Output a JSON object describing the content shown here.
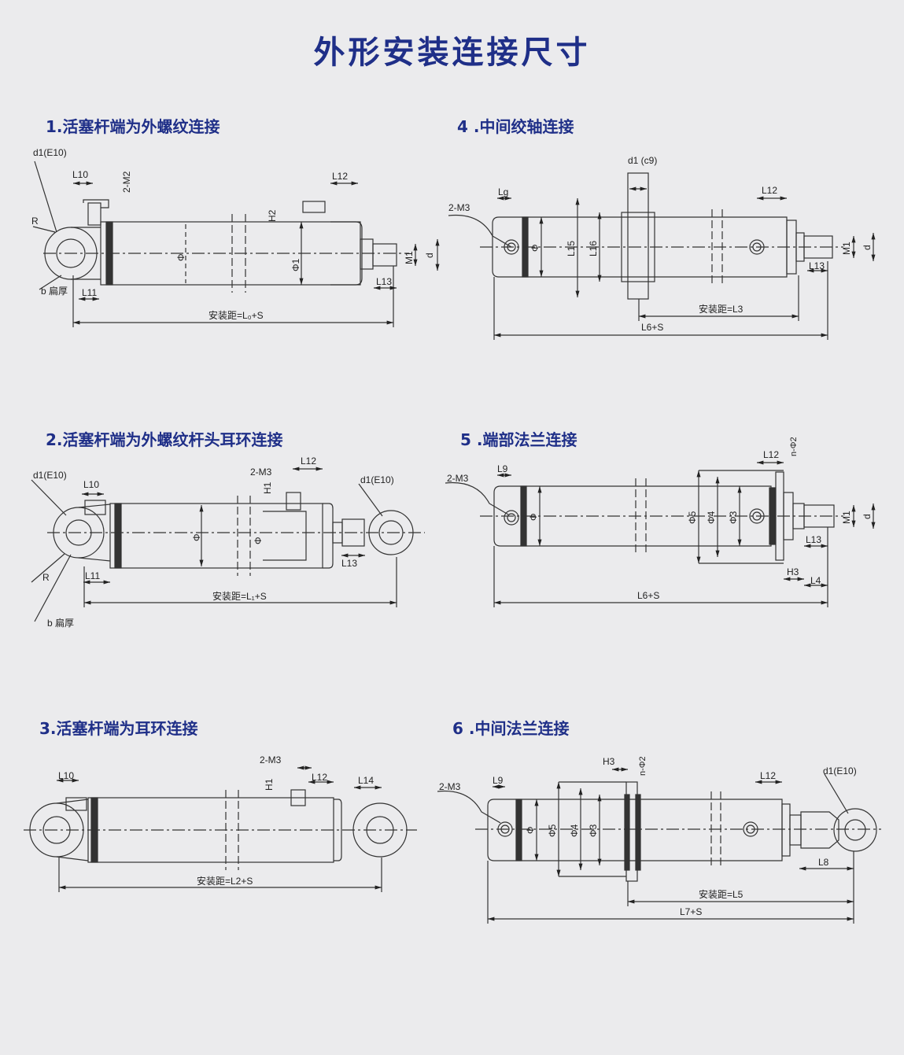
{
  "title": "外形安装连接尺寸",
  "sections": [
    {
      "title": "1.活塞杆端为外螺纹连接"
    },
    {
      "title": "2.活塞杆端为外螺纹杆头耳环连接"
    },
    {
      "title": "3.活塞杆端为耳环连接"
    },
    {
      "title": "4 .中间绞轴连接"
    },
    {
      "title": "5 .端部法兰连接"
    },
    {
      "title": "6 .中间法兰连接"
    }
  ],
  "labels": {
    "d1_e10": "d1(E10)",
    "d1_c9": "d1 (c9)",
    "R": "R",
    "b": "b 扁厚",
    "L3": "L3",
    "L4": "L4",
    "L5": "L5",
    "L8": "L8",
    "L9": "L9",
    "L10": "L10",
    "L11": "L11",
    "L12": "L12",
    "L13": "L13",
    "L14": "L14",
    "L15": "L15",
    "L16": "L16",
    "Lg": "Lg",
    "M1": "M1",
    "d": "d",
    "H1": "H1",
    "H2": "H2",
    "H3": "H3",
    "2M2": "2-M2",
    "2M3": "2-M3",
    "phi": "Φ",
    "phi1": "Φ1",
    "phi2": "n-Φ2",
    "phi3": "Φ3",
    "phi4": "Φ4",
    "phi5": "Φ5",
    "mount_L0": "安装距=L₀+S",
    "mount_L1": "安装距=L₁+S",
    "mount_L2": "安装距=L2+S",
    "mount_L3": "安装距=L3",
    "mount_L5": "安装距=L5",
    "L6S": "L6+S",
    "L7S": "L7+S"
  }
}
